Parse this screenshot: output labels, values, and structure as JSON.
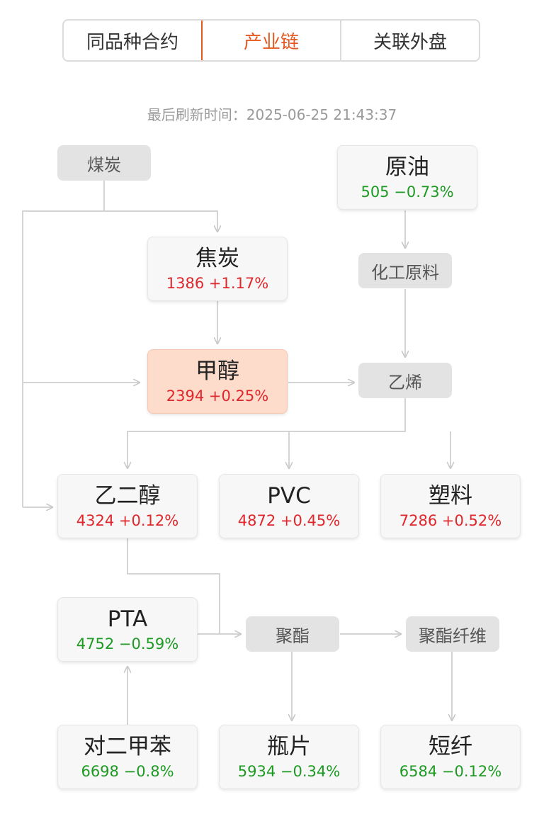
{
  "tabs": [
    "同品种合约",
    "产业链",
    "关联外盘"
  ],
  "active_tab": "产业链",
  "refresh_text": "最后刷新时间：2025-06-25 21:43:37",
  "colors": {
    "accent": "#e4571e",
    "up": "#e0272c",
    "down": "#1c9a22"
  },
  "nodes": {
    "coal": {
      "name": "煤炭"
    },
    "crude": {
      "name": "原油",
      "price": "505",
      "change": "−0.73%"
    },
    "coke": {
      "name": "焦炭",
      "price": "1386",
      "change": "+1.17%"
    },
    "chem_feedstock": {
      "name": "化工原料"
    },
    "methanol": {
      "name": "甲醇",
      "price": "2394",
      "change": "+0.25%"
    },
    "ethylene": {
      "name": "乙烯"
    },
    "meg": {
      "name": "乙二醇",
      "price": "4324",
      "change": "+0.12%"
    },
    "pvc": {
      "name": "PVC",
      "price": "4872",
      "change": "+0.45%"
    },
    "plastic": {
      "name": "塑料",
      "price": "7286",
      "change": "+0.52%"
    },
    "pta": {
      "name": "PTA",
      "price": "4752",
      "change": "−0.59%"
    },
    "polyester": {
      "name": "聚酯"
    },
    "polyester_fiber": {
      "name": "聚酯纤维"
    },
    "px": {
      "name": "对二甲苯",
      "price": "6698",
      "change": "−0.8%"
    },
    "bottle_chip": {
      "name": "瓶片",
      "price": "5934",
      "change": "−0.34%"
    },
    "staple_fiber": {
      "name": "短纤",
      "price": "6584",
      "change": "−0.12%"
    }
  }
}
